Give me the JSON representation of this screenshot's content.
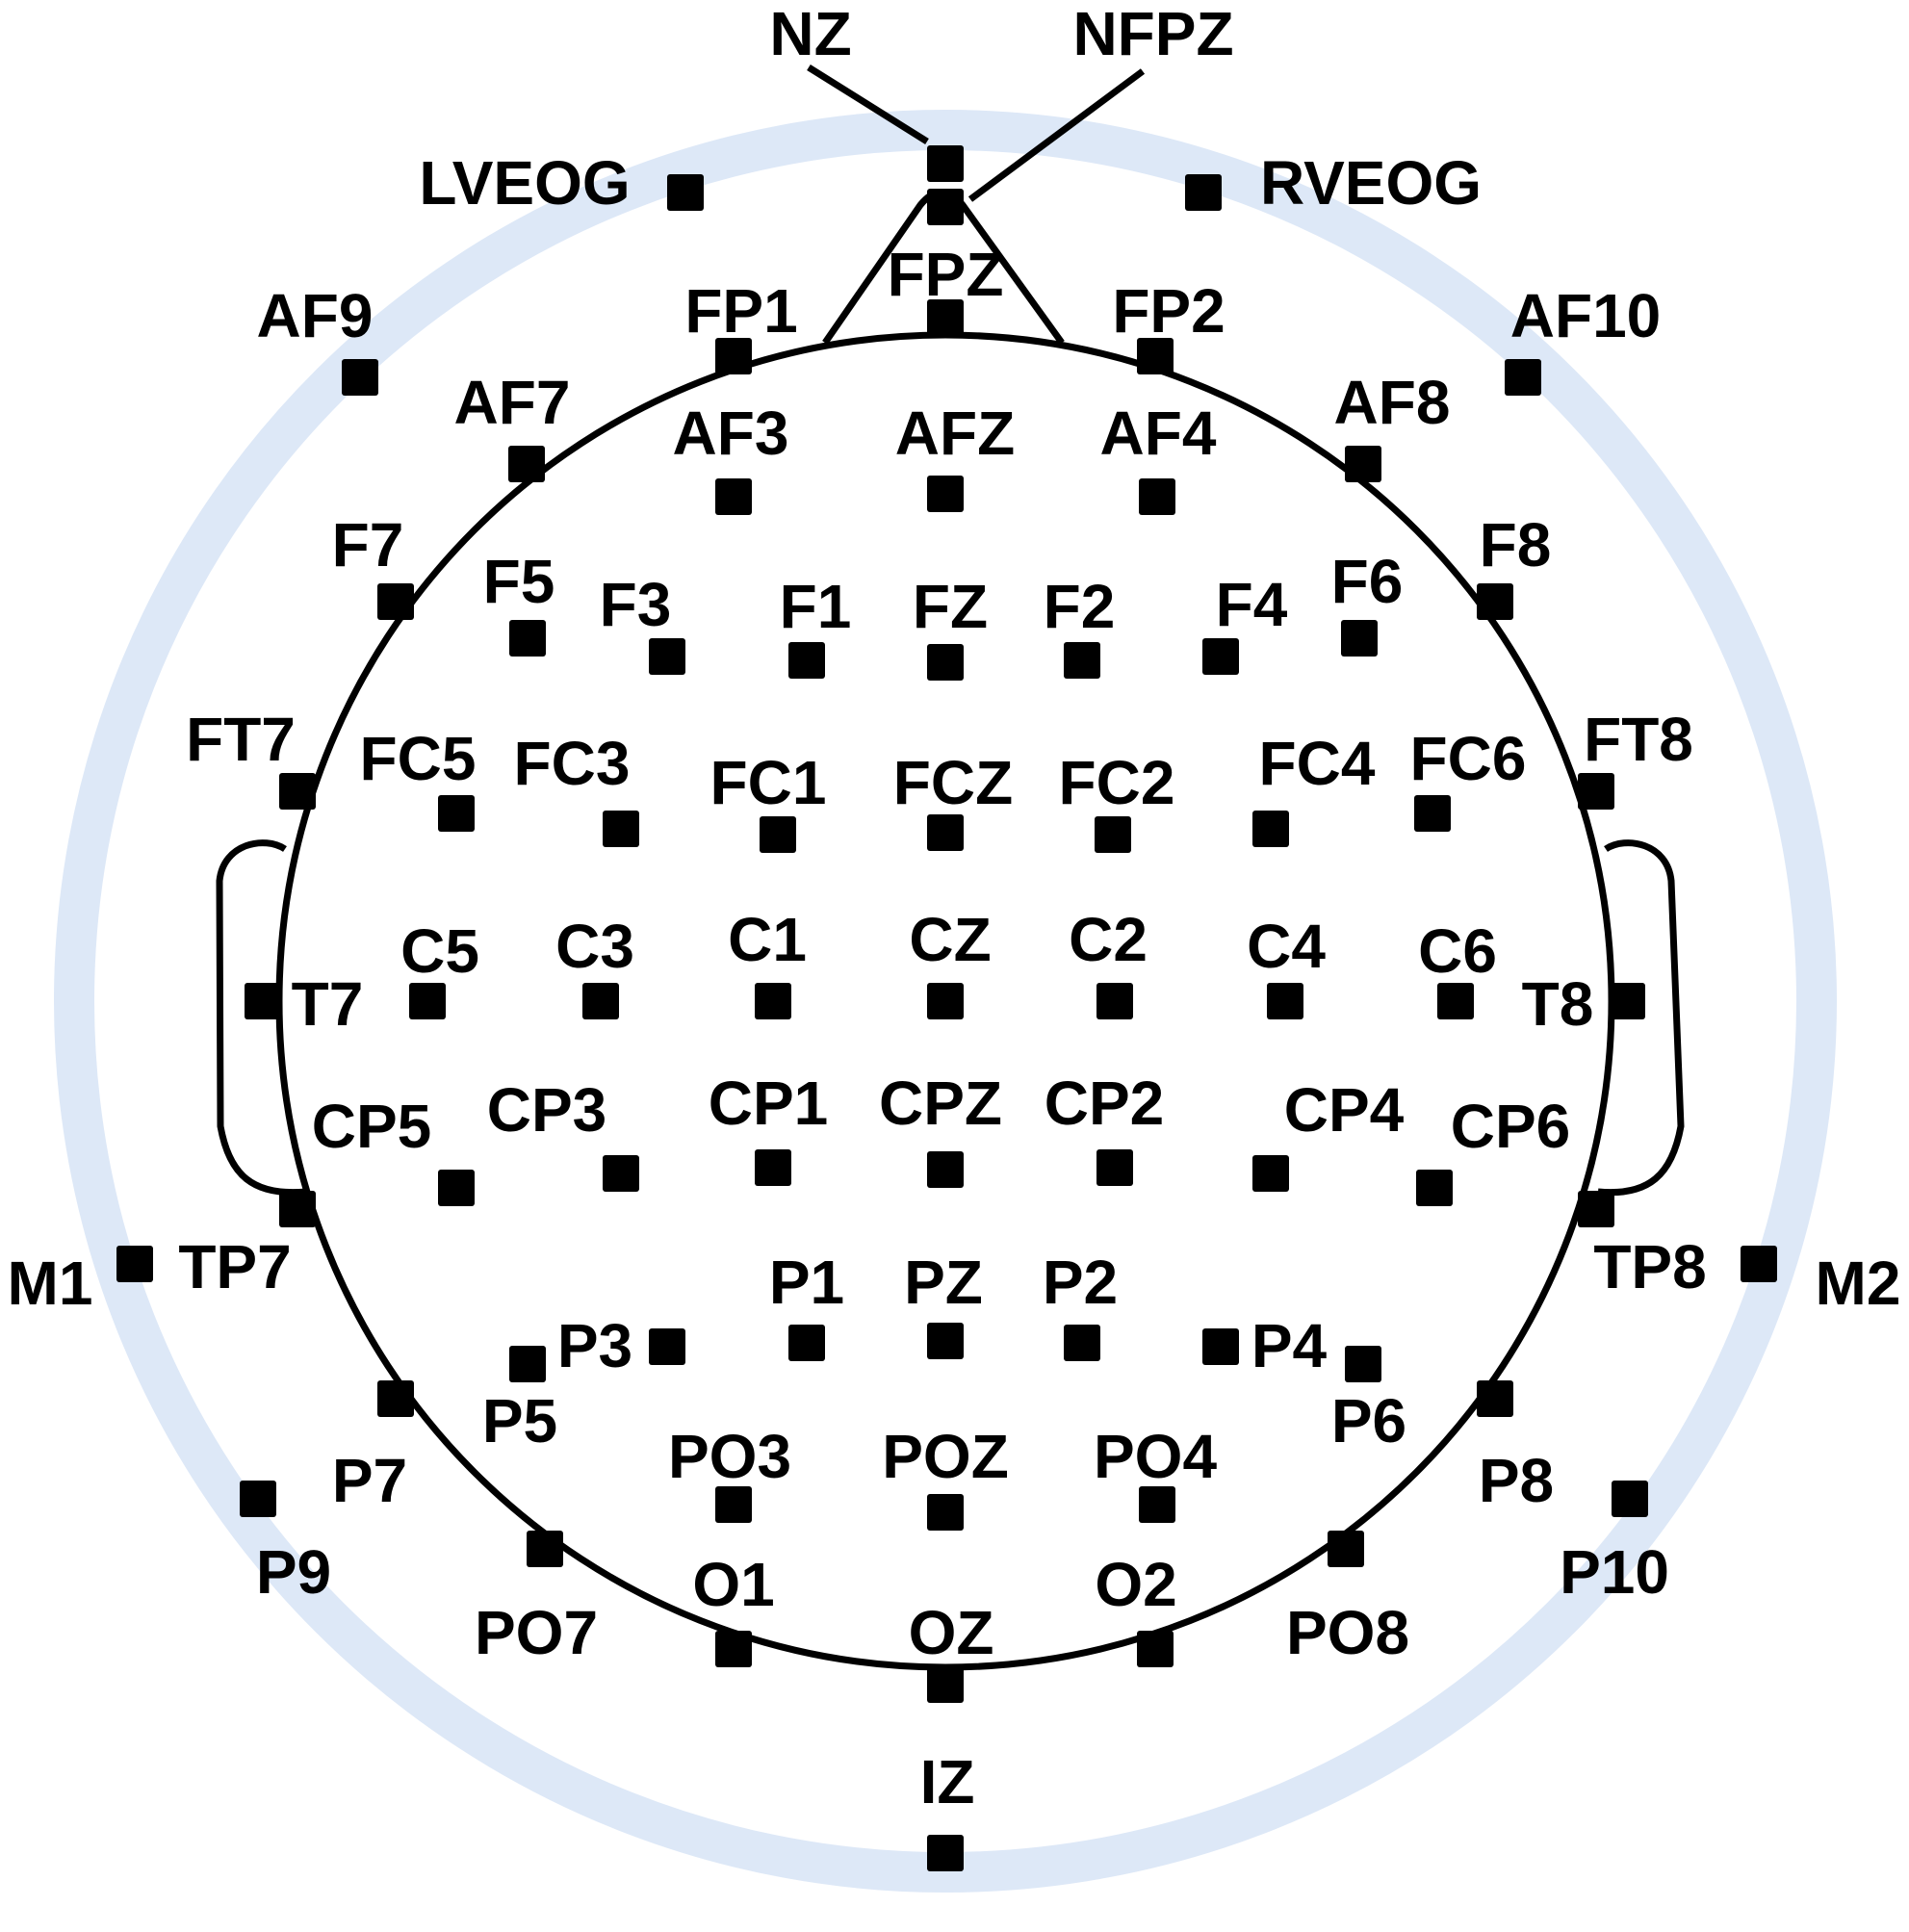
{
  "diagram": {
    "colors": {
      "ring": "#dde8f7",
      "line": "#000000",
      "electrode": "#000000",
      "background": "#ffffff"
    },
    "electrodes": [
      {
        "label": "NZ"
      },
      {
        "label": "NFPZ"
      },
      {
        "label": "LVEOG"
      },
      {
        "label": "RVEOG"
      },
      {
        "label": "FPZ"
      },
      {
        "label": "FP1"
      },
      {
        "label": "FP2"
      },
      {
        "label": "AF9"
      },
      {
        "label": "AF10"
      },
      {
        "label": "AF7"
      },
      {
        "label": "AF3"
      },
      {
        "label": "AFZ"
      },
      {
        "label": "AF4"
      },
      {
        "label": "AF8"
      },
      {
        "label": "F7"
      },
      {
        "label": "F5"
      },
      {
        "label": "F3"
      },
      {
        "label": "F1"
      },
      {
        "label": "FZ"
      },
      {
        "label": "F2"
      },
      {
        "label": "F4"
      },
      {
        "label": "F6"
      },
      {
        "label": "F8"
      },
      {
        "label": "FT7"
      },
      {
        "label": "FC5"
      },
      {
        "label": "FC3"
      },
      {
        "label": "FC1"
      },
      {
        "label": "FCZ"
      },
      {
        "label": "FC2"
      },
      {
        "label": "FC4"
      },
      {
        "label": "FC6"
      },
      {
        "label": "FT8"
      },
      {
        "label": "T7"
      },
      {
        "label": "C5"
      },
      {
        "label": "C3"
      },
      {
        "label": "C1"
      },
      {
        "label": "CZ"
      },
      {
        "label": "C2"
      },
      {
        "label": "C4"
      },
      {
        "label": "C6"
      },
      {
        "label": "T8"
      },
      {
        "label": "CP5"
      },
      {
        "label": "CP3"
      },
      {
        "label": "CP1"
      },
      {
        "label": "CPZ"
      },
      {
        "label": "CP2"
      },
      {
        "label": "CP4"
      },
      {
        "label": "CP6"
      },
      {
        "label": "TP7"
      },
      {
        "label": "M1"
      },
      {
        "label": "TP8"
      },
      {
        "label": "M2"
      },
      {
        "label": "P1"
      },
      {
        "label": "PZ"
      },
      {
        "label": "P2"
      },
      {
        "label": "P3"
      },
      {
        "label": "P4"
      },
      {
        "label": "P5"
      },
      {
        "label": "P6"
      },
      {
        "label": "P7"
      },
      {
        "label": "P8"
      },
      {
        "label": "P9"
      },
      {
        "label": "P10"
      },
      {
        "label": "PO3"
      },
      {
        "label": "POZ"
      },
      {
        "label": "PO4"
      },
      {
        "label": "PO7"
      },
      {
        "label": "PO8"
      },
      {
        "label": "O1"
      },
      {
        "label": "OZ"
      },
      {
        "label": "O2"
      },
      {
        "label": "IZ"
      }
    ]
  }
}
